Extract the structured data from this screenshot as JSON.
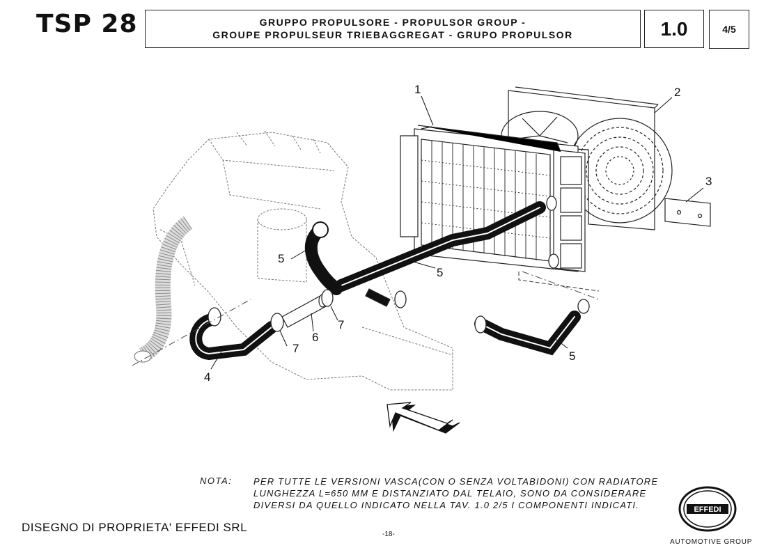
{
  "header": {
    "model": "TSP 28",
    "title_line1": "GRUPPO PROPULSORE - PROPULSOR GROUP -",
    "title_line2": "GROUPE PROPULSEUR TRIEBAGGREGAT - GRUPO PROPULSOR",
    "section": "1.0",
    "page": "4/5"
  },
  "callouts": {
    "c1": "1",
    "c2": "2",
    "c3": "3",
    "c4": "4",
    "c5a": "5",
    "c5b": "5",
    "c5c": "5",
    "c6": "6",
    "c7a": "7",
    "c7b": "7"
  },
  "note": {
    "label": "NOTA:",
    "line1": "PER TUTTE LE VERSIONI  VASCA(CON O SENZA VOLTABIDONI) CON RADIATORE",
    "line2": "LUNGHEZZA  L=650 MM E DISTANZIATO DAL TELAIO, SONO DA CONSIDERARE",
    "line3": "DIVERSI DA  QUELLO INDICATO NELLA TAV. 1.0  2/5 I COMPONENTI INDICATI."
  },
  "footer": {
    "owner": "DISEGNO DI PROPRIETA' EFFEDI SRL",
    "page_number": "-18-",
    "brand": "EFFEDI",
    "group": "AUTOMOTIVE GROUP"
  }
}
